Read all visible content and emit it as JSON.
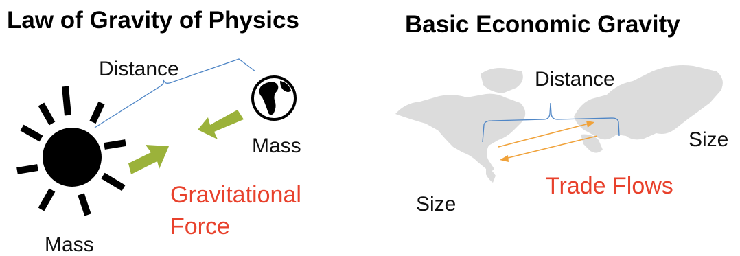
{
  "left_panel": {
    "title": "Law of Gravity of Physics",
    "distance_label": "Distance",
    "mass_label_earth": "Mass",
    "mass_label_sun": "Mass",
    "force_label_line1": "Gravitational",
    "force_label_line2": "Force"
  },
  "right_panel": {
    "title": "Basic Economic Gravity",
    "distance_label": "Distance",
    "size_label_left": "Size",
    "size_label_right": "Size",
    "flows_label": "Trade Flows"
  },
  "colors": {
    "bracket": "#4f86c6",
    "arrow_green": "#9bb23a",
    "arrow_orange": "#f0a23a",
    "accent_red": "#e8412c",
    "map_gray": "#dcdcdc"
  }
}
